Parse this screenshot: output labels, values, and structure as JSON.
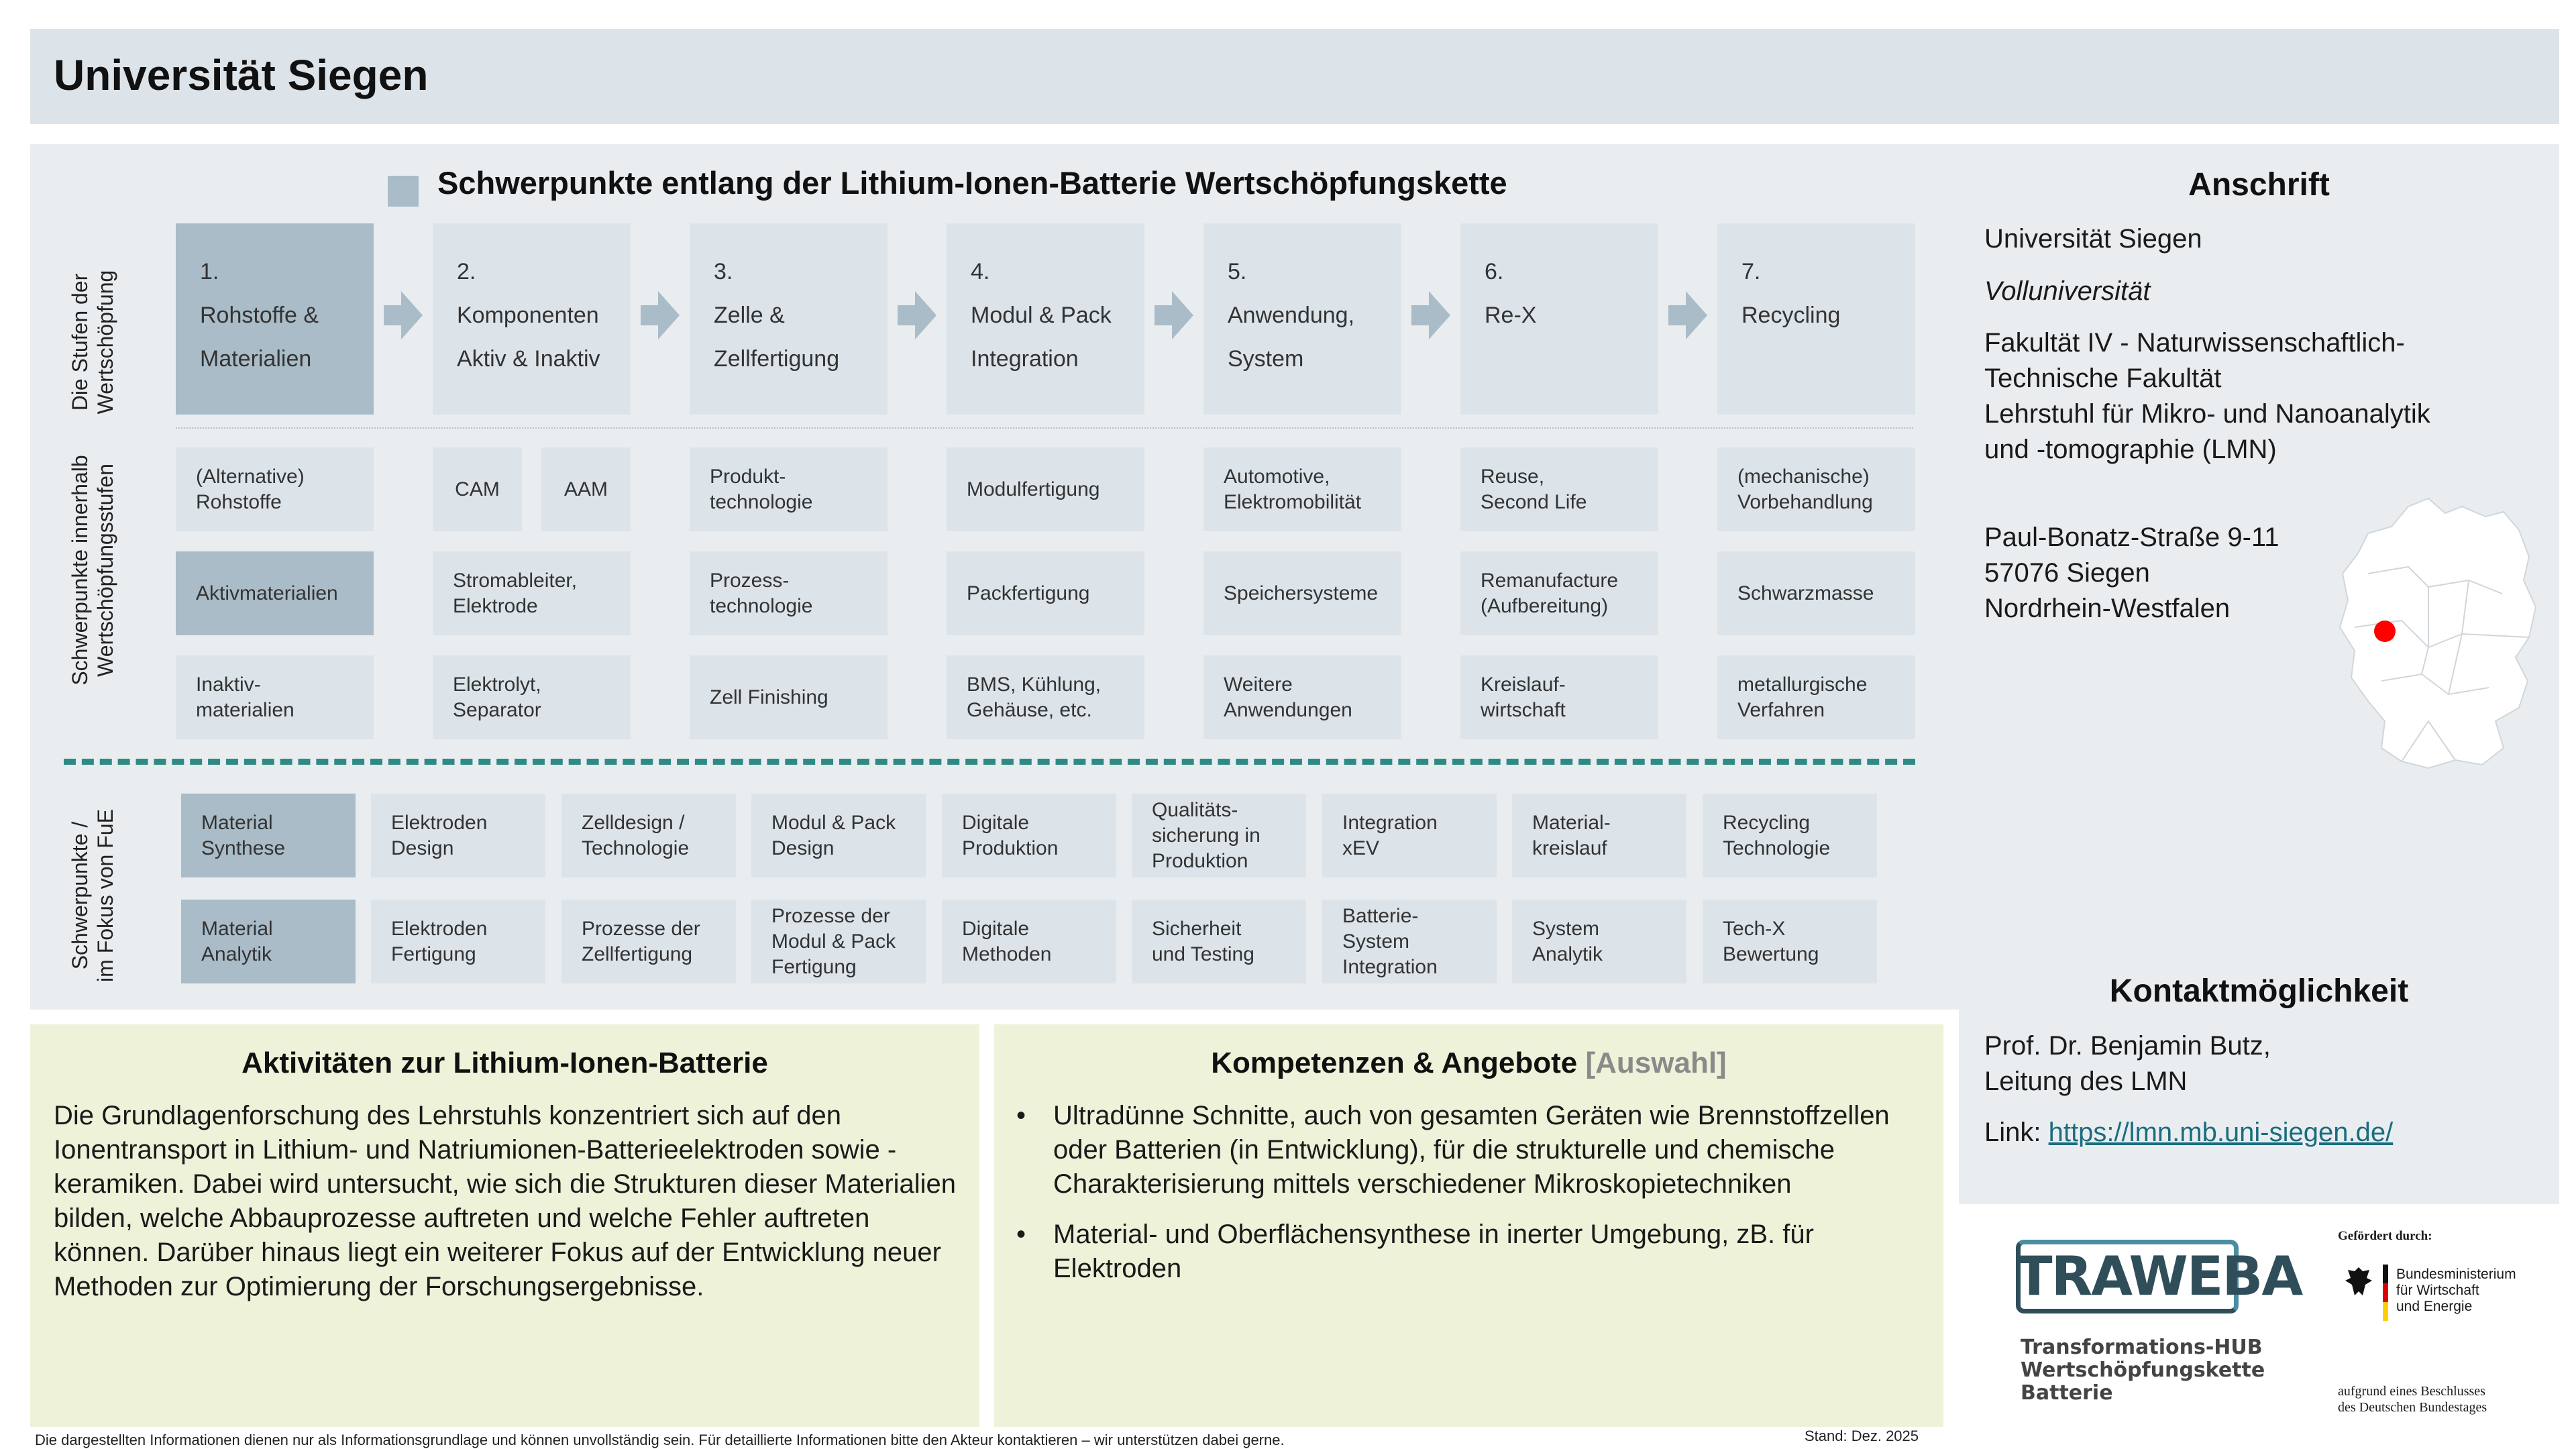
{
  "header": {
    "title": "Universität Siegen"
  },
  "main": {
    "title": "Schwerpunkte entlang der Lithium-Ionen-Batterie Wertschöpfungskette",
    "label_stages": [
      "Die Stufen der",
      "Wertschöpfung"
    ],
    "label_focus": [
      "Schwerpunkte innerhalb",
      "Wertschöpfungsstufen"
    ],
    "label_rnd": [
      "Schwerpunkte /",
      "im Fokus  von FuE"
    ],
    "stages": [
      {
        "n": "1.",
        "l1": "Rohstoffe &",
        "l2": "Materialien"
      },
      {
        "n": "2.",
        "l1": "Komponenten",
        "l2": "Aktiv & Inaktiv"
      },
      {
        "n": "3.",
        "l1": "Zelle &",
        "l2": "Zellfertigung"
      },
      {
        "n": "4.",
        "l1": "Modul & Pack",
        "l2": "Integration"
      },
      {
        "n": "5.",
        "l1": "Anwendung,",
        "l2": "System"
      },
      {
        "n": "6.",
        "l1": "Re-X",
        "l2": ""
      },
      {
        "n": "7.",
        "l1": "Recycling",
        "l2": ""
      }
    ],
    "grid": {
      "c1": [
        "(Alternative)\nRohstoffe",
        "Aktivmaterialien",
        "Inaktiv-\nmaterialien"
      ],
      "c2a": "CAM",
      "c2b": "AAM",
      "c2": [
        "Stromableiter,\nElektrode",
        "Elektrolyt,\nSeparator"
      ],
      "c3": [
        "Produkt-\ntechnologie",
        "Prozess-\ntechnologie",
        "Zell Finishing"
      ],
      "c4": [
        "Modulfertigung",
        "Packfertigung",
        "BMS, Kühlung,\nGehäuse, etc."
      ],
      "c5": [
        "Automotive,\nElektromobilität",
        "Speichersysteme",
        "Weitere\nAnwendungen"
      ],
      "c6": [
        "Reuse,\nSecond Life",
        "Remanufacture\n(Aufbereitung)",
        "Kreislauf-\nwirtschaft"
      ],
      "c7": [
        "(mechanische)\nVorbehandlung",
        "Schwarzmasse",
        "metallurgische\nVerfahren"
      ]
    },
    "rnd_row1": [
      "Material\nSynthese",
      "Elektroden\nDesign",
      "Zelldesign /\nTechnologie",
      "Modul & Pack\nDesign",
      "Digitale\nProduktion",
      "Qualitäts-\nsicherung in\nProduktion",
      "Integration\nxEV",
      "Material-\nkreislauf",
      "Recycling\nTechnologie"
    ],
    "rnd_row2": [
      "Material\nAnalytik",
      "Elektroden\nFertigung",
      "Prozesse der\nZellfertigung",
      "Prozesse der\nModul & Pack\nFertigung",
      "Digitale\nMethoden",
      "Sicherheit\nund Testing",
      "Batterie-\nSystem\nIntegration",
      "System\nAnalytik",
      "Tech-X\nBewertung"
    ]
  },
  "activities": {
    "title": "Aktivitäten zur Lithium-Ionen-Batterie",
    "text": "Die Grundlagenforschung des Lehrstuhls konzentriert sich auf den Ionentransport in Lithium- und Natriumionen-Batterieelektroden sowie -keramiken. Dabei wird untersucht, wie sich die Strukturen dieser Materialien bilden, welche Abbauprozesse auftreten und welche Fehler auftreten können. Darüber hinaus liegt ein weiterer Fokus auf der Entwicklung neuer Methoden zur Optimierung der Forschungsergebnisse."
  },
  "competences": {
    "title": "Kompetenzen & Angebote",
    "title_suffix": "[Auswahl]",
    "bullets": [
      "Ultradünne Schnitte, auch von gesamten Geräten wie Brennstoffzellen oder Batterien (in Entwicklung), für die strukturelle und chemische Charakterisierung mittels verschiedener Mikroskopietechniken",
      "Material- und Oberflächensynthese in inerter Umgebung, zB. für Elektroden"
    ]
  },
  "address": {
    "title": "Anschrift",
    "name": "Universität Siegen",
    "type": "Volluniversität",
    "faculty": "Fakultät IV - Naturwissenschaftlich-\nTechnische Fakultät\nLehrstuhl für Mikro- und Nanoanalytik\nund -tomographie (LMN)",
    "street": "Paul-Bonatz-Straße 9-11",
    "city": "57076 Siegen",
    "state": "Nordrhein-Westfalen"
  },
  "contact": {
    "title": "Kontaktmöglichkeit",
    "person": "Prof. Dr. Benjamin Butz,",
    "role": "Leitung des LMN",
    "link_label": "Link:",
    "link": "https://lmn.mb.uni-siegen.de/"
  },
  "logos": {
    "traweba": "TRAWEBA",
    "traweba_sub": "Transformations-HUB\nWertschöpfungskette\nBatterie",
    "funded_by": "Gefördert durch:",
    "ministry": "Bundesministerium\nfür Wirtschaft\nund Energie",
    "bundestag": "aufgrund eines Beschlusses\ndes Deutschen Bundestages"
  },
  "footer": {
    "disclaimer": "Die dargestellten Informationen dienen nur als Informationsgrundlage und können unvollständig sein. Für detaillierte Informationen bitte den Akteur kontaktieren – wir unterstützen dabei gerne.",
    "stand": "Stand: Dez. 2025"
  },
  "colors": {
    "header_bg": "#dde4e9",
    "panel_bg": "#e9edf0",
    "cell_bg": "#dde4e9",
    "highlight": "#a9bcc8",
    "dash": "#2e8b84",
    "green_bg": "#eef2d9",
    "map_marker": "#ff0000"
  }
}
